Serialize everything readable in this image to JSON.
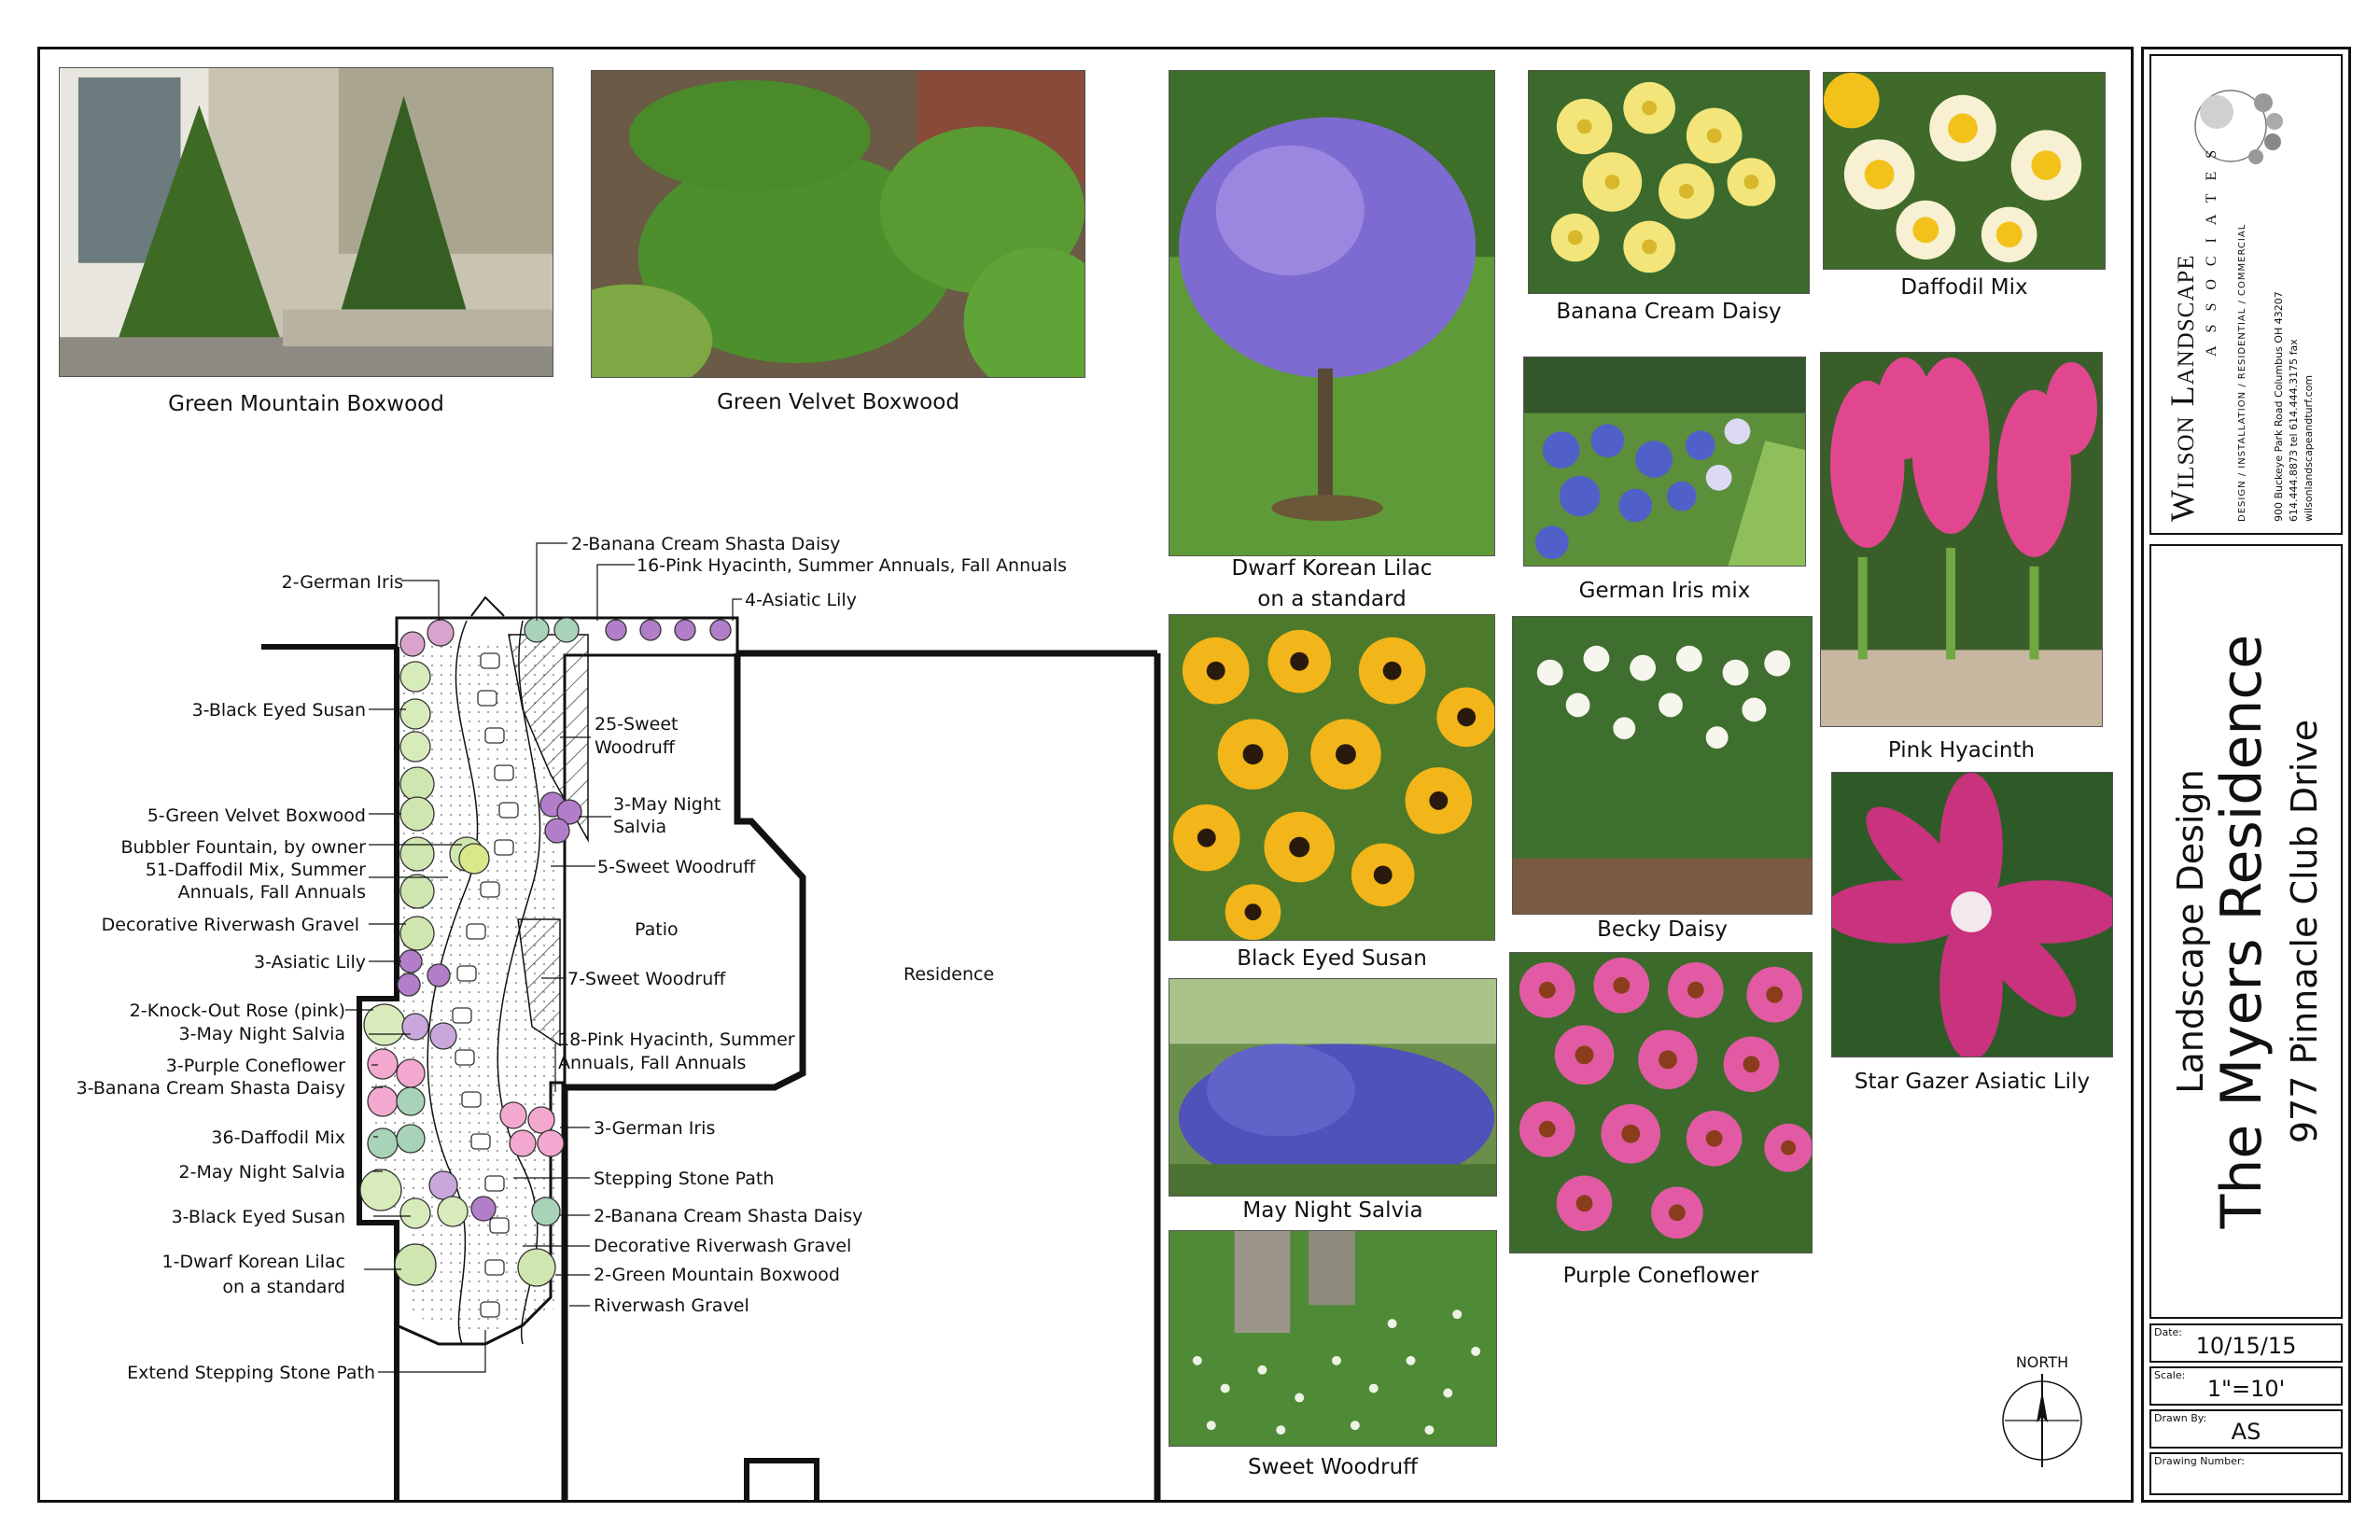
{
  "photos": [
    {
      "key": "green_mountain_boxwood",
      "caption": "Green Mountain Boxwood"
    },
    {
      "key": "green_velvet_boxwood",
      "caption": "Green Velvet Boxwood"
    },
    {
      "key": "dwarf_korean_lilac",
      "caption": "Dwarf Korean Lilac\non a standard"
    },
    {
      "key": "banana_cream_daisy",
      "caption": "Banana Cream Daisy"
    },
    {
      "key": "daffodil_mix",
      "caption": "Daffodil Mix"
    },
    {
      "key": "german_iris_mix",
      "caption": "German Iris mix"
    },
    {
      "key": "pink_hyacinth",
      "caption": "Pink Hyacinth"
    },
    {
      "key": "black_eyed_susan",
      "caption": "Black Eyed Susan"
    },
    {
      "key": "becky_daisy",
      "caption": "Becky Daisy"
    },
    {
      "key": "star_gazer_asiatic_lily",
      "caption": "Star Gazer Asiatic Lily"
    },
    {
      "key": "may_night_salvia",
      "caption": "May Night Salvia"
    },
    {
      "key": "purple_coneflower",
      "caption": "Purple Coneflower"
    },
    {
      "key": "sweet_woodruff",
      "caption": "Sweet Woodruff"
    }
  ],
  "plan": {
    "labels_left": [
      "2-German Iris",
      "3-Black Eyed Susan",
      "5-Green Velvet Boxwood",
      "Bubbler Fountain, by owner",
      "51-Daffodil Mix, Summer",
      "Annuals, Fall Annuals",
      "Decorative Riverwash Gravel",
      "3-Asiatic Lily",
      "2-Knock-Out Rose (pink)",
      "3-May Night Salvia",
      "3-Purple Coneflower",
      "3-Banana Cream Shasta Daisy",
      "36-Daffodil Mix",
      "2-May Night Salvia",
      "3-Black Eyed Susan",
      "1-Dwarf Korean Lilac",
      "on a standard",
      "Extend Stepping Stone Path"
    ],
    "labels_right": [
      "2-Banana Cream Shasta Daisy",
      "16-Pink Hyacinth, Summer Annuals, Fall Annuals",
      "4-Asiatic Lily",
      "25-Sweet",
      "Woodruff",
      "3-May Night",
      "Salvia",
      "5-Sweet Woodruff",
      "7-Sweet Woodruff",
      "18-Pink Hyacinth, Summer",
      "Annuals, Fall Annuals",
      "3-German Iris",
      "Stepping Stone Path",
      "2-Banana Cream Shasta Daisy",
      "Decorative Riverwash Gravel",
      "2-Green Mountain Boxwood",
      "Riverwash Gravel"
    ],
    "patio": "Patio",
    "residence": "Residence",
    "north": "NORTH"
  },
  "title_block": {
    "company": "Wilson Landscape",
    "company_sub": "ASSOCIATES",
    "services": "DESIGN / INSTALLATION / RESIDENTIAL / COMMERCIAL",
    "address": "900 Buckeye Park Road Columbus OH 43207",
    "phone": "614.444.8873 tel   614.444.3175 fax",
    "web": "wilsonlandscapeandturf.com",
    "project_type": "Landscape Design",
    "project_name": "The Myers Residence",
    "project_address": "977 Pinnacle Club Drive",
    "date_label": "Date:",
    "date": "10/15/15",
    "scale_label": "Scale:",
    "scale": "1\"=10'",
    "drawn_label": "Drawn By:",
    "drawn": "AS",
    "drawing_number_label": "Drawing Number:",
    "drawing_number": ""
  },
  "colors": {
    "line": "#111111",
    "boxwood": "#4f8a2a",
    "lilac": "#7b63c9",
    "yellow": "#f2c21b",
    "pink": "#d9418f",
    "salvia": "#5b4fc4",
    "grass": "#6aa83a"
  }
}
